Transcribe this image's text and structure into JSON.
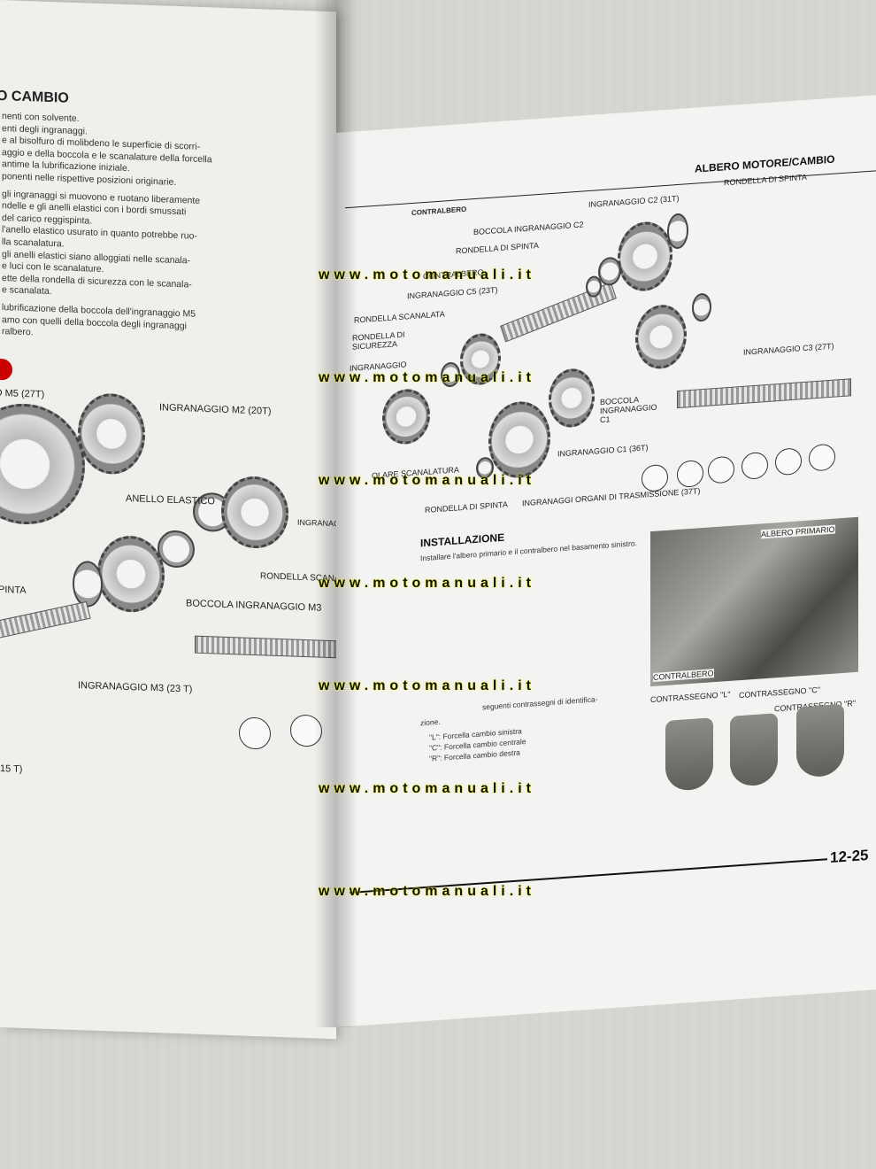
{
  "left_page": {
    "heading": "O CAMBIO",
    "text_lines": [
      "nenti con solvente.",
      "enti degli ingranaggi.",
      "e al bisolfuro di molibdeno le superficie di scorri-",
      "aggio e della boccola e le scanalature della forcella",
      "antime la lubrificazione iniziale.",
      "ponenti nelle rispettive posizioni originarie.",
      "gli ingranaggi si muovono e ruotano liberamente",
      "ndelle e gli anelli elastici con i bordi smussati",
      "del carico reggispinta.",
      "l'anello elastico usurato in quanto potrebbe ruo-",
      "lla scanalatura.",
      "gli anelli elastici siano alloggiati nelle scanala-",
      "e luci con le scanalature.",
      "ette della rondella di sicurezza con le scanala-",
      "e scanalata.",
      "lubrificazione della boccola dell'ingranaggio M5",
      "amo con quelli della boccola degli ingranaggi",
      "ralbero."
    ],
    "labels": {
      "m5": "O M5 (27T)",
      "m2": "INGRANAGGIO M2 (20T)",
      "anello": "ANELLO ELASTICO",
      "m_right": "INGRANAGGIO M",
      "rondella_scan": "RONDELLA SCANALATA",
      "boccola_m3": "BOCCOLA INGRANAGGIO M3",
      "spinta": "PINTA",
      "m3": "INGRANAGGIO M3 (23 T)",
      "t15": "15 T)"
    }
  },
  "right_page": {
    "header": "ALBERO MOTORE/CAMBIO",
    "labels": {
      "contralbero": "CONTRALBERO",
      "c2": "INGRANAGGIO C2 (31T)",
      "rondella_spinta_top": "RONDELLA DI SPINTA",
      "boccola_c2": "BOCCOLA INGRANAGGIO C2",
      "rondella_spinta_mid": "RONDELLA DI SPINTA",
      "contralbero2": "CONTRALBERO",
      "c5": "INGRANAGGIO C5 (23T)",
      "rondella_scanalata": "RONDELLA SCANALATA",
      "rondella_sicurezza": "RONDELLA DI SICUREZZA",
      "ingranaggio": "INGRANAGGIO",
      "c3": "INGRANAGGIO C3 (27T)",
      "boccola_c1": "BOCCOLA INGRANAGGIO C1",
      "c1": "INGRANAGGIO C1 (36T)",
      "anello_scan": "OLARE SCANALATURA",
      "rondella_spinta_bot": "RONDELLA DI SPINTA",
      "organi": "INGRANAGGI ORGANI DI TRASMISSIONE (37T)"
    },
    "section_title": "INSTALLAZIONE",
    "install_text": "Installare l'albero primario e il contralbero nel basamento sinistro.",
    "photo_labels": {
      "albero_primario": "ALBERO PRIMARIO",
      "contralbero": "CONTRALBERO"
    },
    "fork_intro": "seguenti contrassegni di identifica-",
    "fork_intro2": "zione.",
    "fork_list": [
      "\"L\": Forcella cambio sinistra",
      "\"C\": Forcella cambio centrale",
      "\"R\": Forcella cambio destra"
    ],
    "fork_labels": [
      "CONTRASSEGNO \"L\"",
      "CONTRASSEGNO \"C\"",
      "CONTRASSEGNO \"R\""
    ],
    "page_number": "12-25"
  },
  "watermark": "www.motomanuali.it"
}
